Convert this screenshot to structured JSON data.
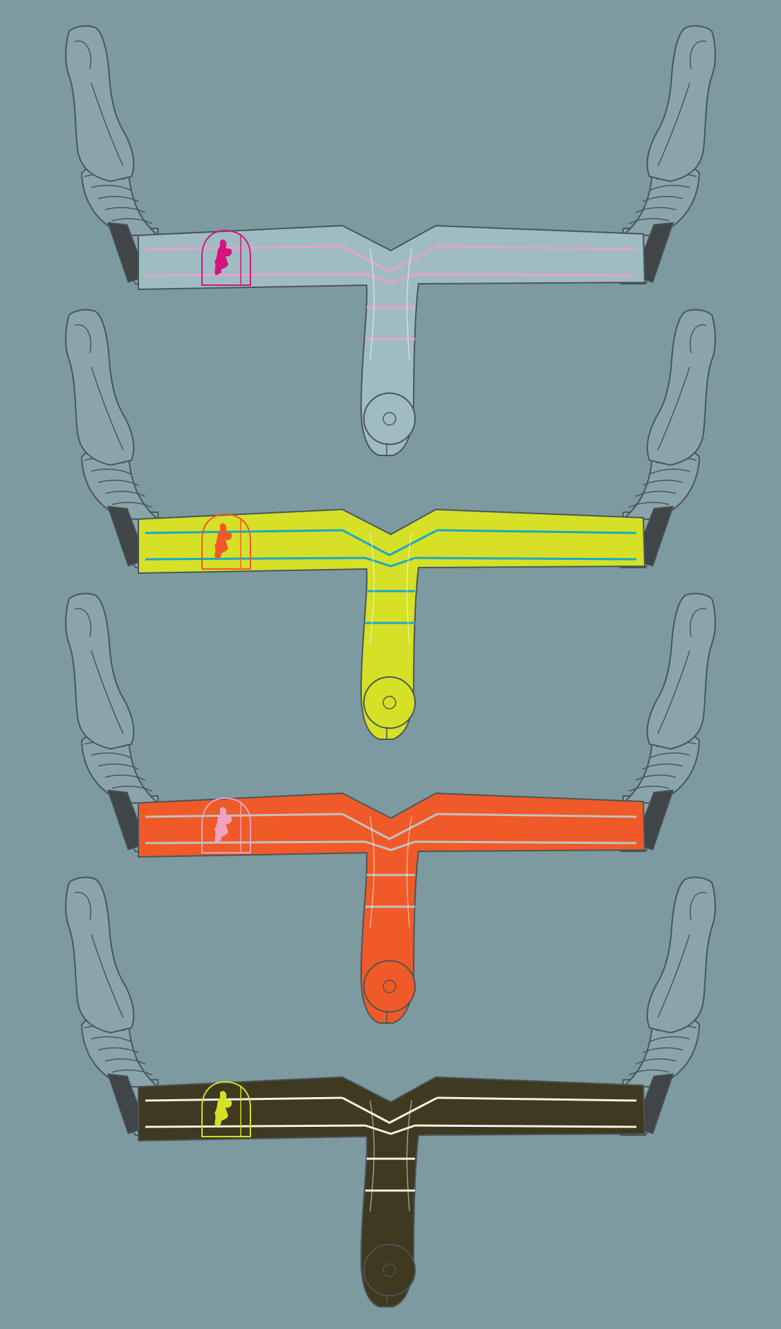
{
  "background_color": "#7d9aa1",
  "line_color": "#4a5558",
  "hood_color": "#8aa5aa",
  "tape_color": "#8aa5aa",
  "collar_color": "#404548",
  "handlebars": [
    {
      "name": "light-blue",
      "bar_color": "#9fbcc2",
      "stripe_color": "#e7a2c8",
      "badge_color": "#d4137f"
    },
    {
      "name": "lime",
      "bar_color": "#d5e026",
      "stripe_color": "#17a9c9",
      "badge_color": "#f05a28"
    },
    {
      "name": "orange",
      "bar_color": "#f05a28",
      "stripe_color": "#bfc3c1",
      "badge_color": "#f0a2c0"
    },
    {
      "name": "dark-brown",
      "bar_color": "#3f3920",
      "stripe_color": "#f4f1e6",
      "badge_color": "#d5e026"
    }
  ]
}
